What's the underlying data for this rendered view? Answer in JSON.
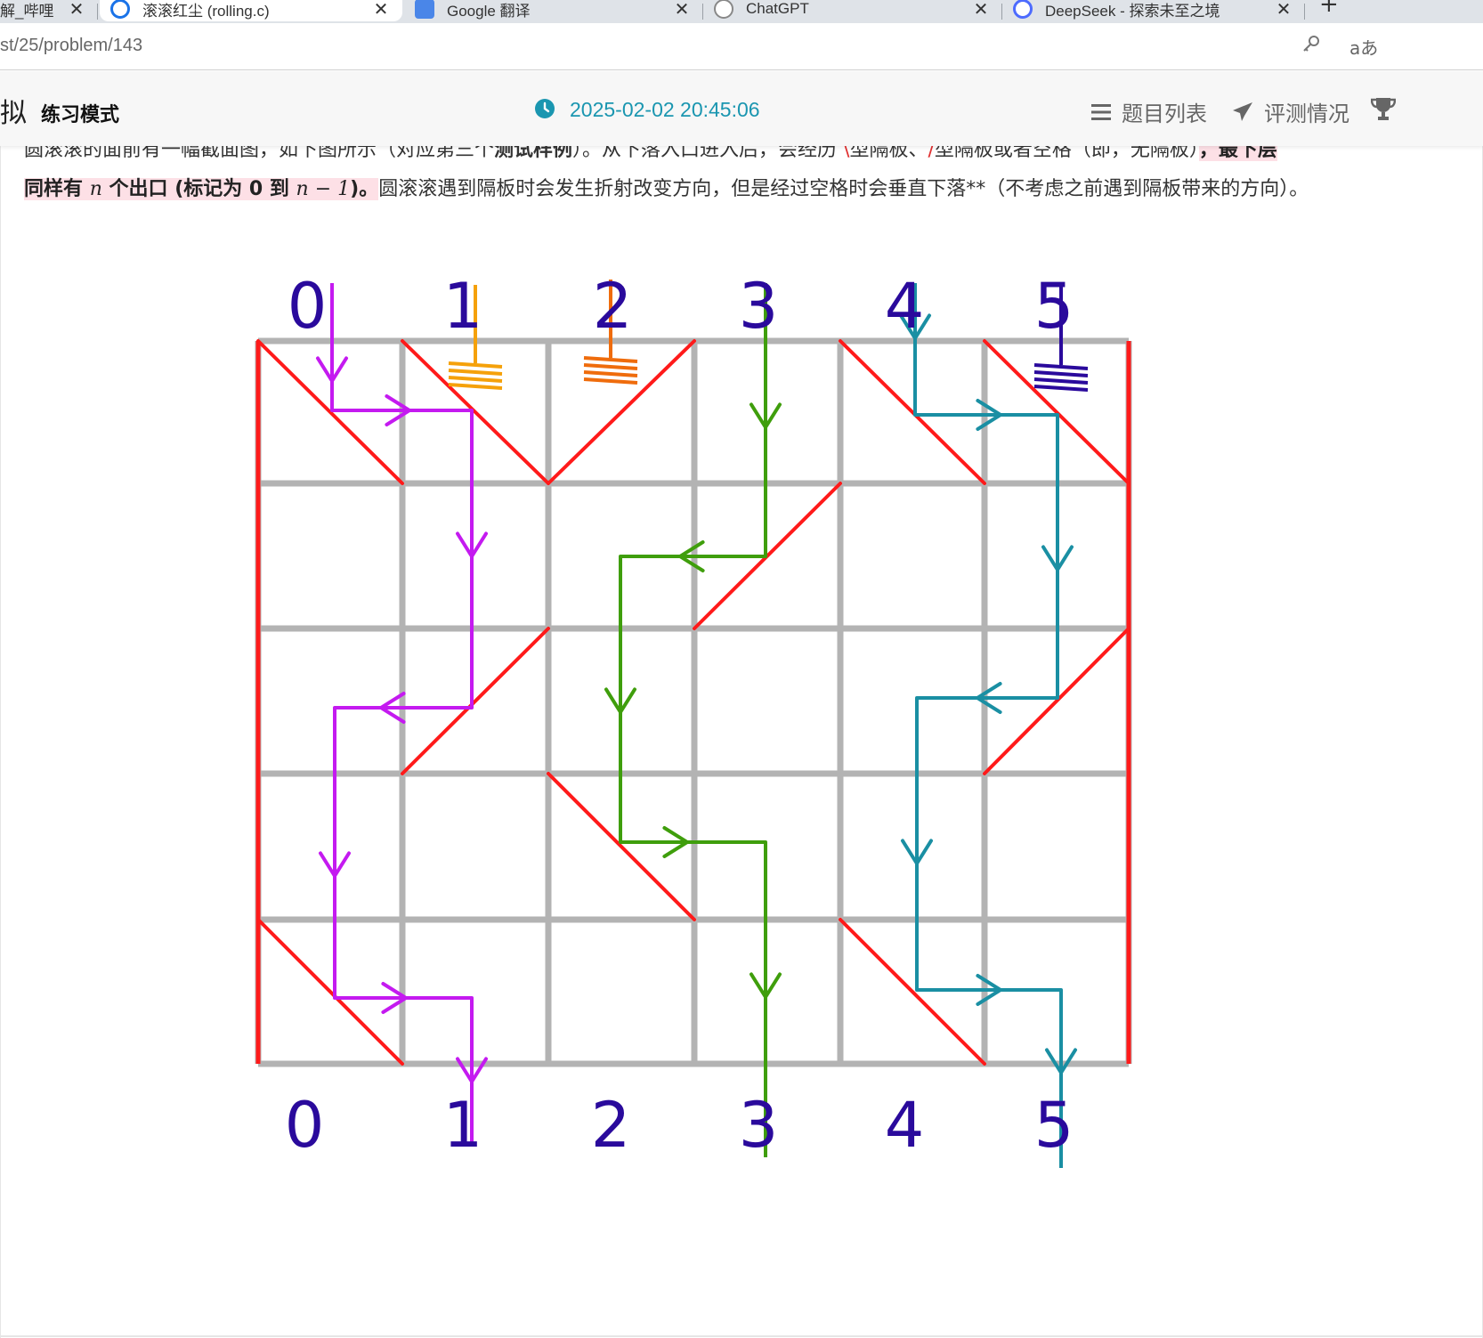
{
  "browser": {
    "tabs": [
      {
        "title": "解_哔哩",
        "icon": "bilibili-icon",
        "active": false
      },
      {
        "title": "滚滚红尘 (rolling.c)",
        "icon": "oj-logo-icon",
        "active": true
      },
      {
        "title": "Google 翻译",
        "icon": "google-translate-icon",
        "active": false
      },
      {
        "title": "ChatGPT",
        "icon": "chatgpt-icon",
        "active": false
      },
      {
        "title": "DeepSeek - 探索未至之境",
        "icon": "deepseek-icon",
        "active": false
      }
    ],
    "new_tab": "+",
    "url": "st/25/problem/143",
    "reader_icon": "aあ"
  },
  "header": {
    "logo_fragment": "拟",
    "mode": "练习模式",
    "datetime": "2025-02-02 20:45:06",
    "nav": [
      {
        "label": "题目列表",
        "icon": "list-icon"
      },
      {
        "label": "评测情况",
        "icon": "send-icon"
      }
    ],
    "trophy_icon": "trophy-icon",
    "accent": "#1a96b0"
  },
  "problem": {
    "line1_prefix": "圆滚滚的面前有一幅截面图，如下图所示（对应第三个",
    "line1_bold": "测试样例",
    "line1_mid": "）。从下落入口进入后，会经历",
    "line1_slash_a": "\\",
    "line1_mid2": "型隔板、",
    "line1_slash_b": "/",
    "line1_mid3": "型隔板或者空格（即，无隔板）",
    "line1_end_bold": "，最下层",
    "line2_b1": "同样有",
    "line2_n1": "n",
    "line2_b2": "个出口 (标记为 0 到",
    "line2_n2": "n − 1",
    "line2_b3": ")。",
    "line2_rest": "圆滚滚遇到隔板时会发生折射改变方向，但是经过空格时会垂直下落**（不考虑之前遇到隔板带来的方向）。"
  },
  "figure": {
    "top_labels": [
      "0",
      "1",
      "2",
      "3",
      "4",
      "5"
    ],
    "bottom_labels": [
      "0",
      "1",
      "2",
      "3",
      "4",
      "5"
    ],
    "colors": {
      "grid": "#b3b3b3",
      "baffle": "#ff1a1a",
      "label": "#2a0a9c",
      "path_0": "#c41af0",
      "path_1": "#f5a10a",
      "path_2": "#ef6c0c",
      "path_3": "#3f9e0c",
      "path_4": "#1a8fa3",
      "path_5": "#2a0a9c"
    }
  }
}
